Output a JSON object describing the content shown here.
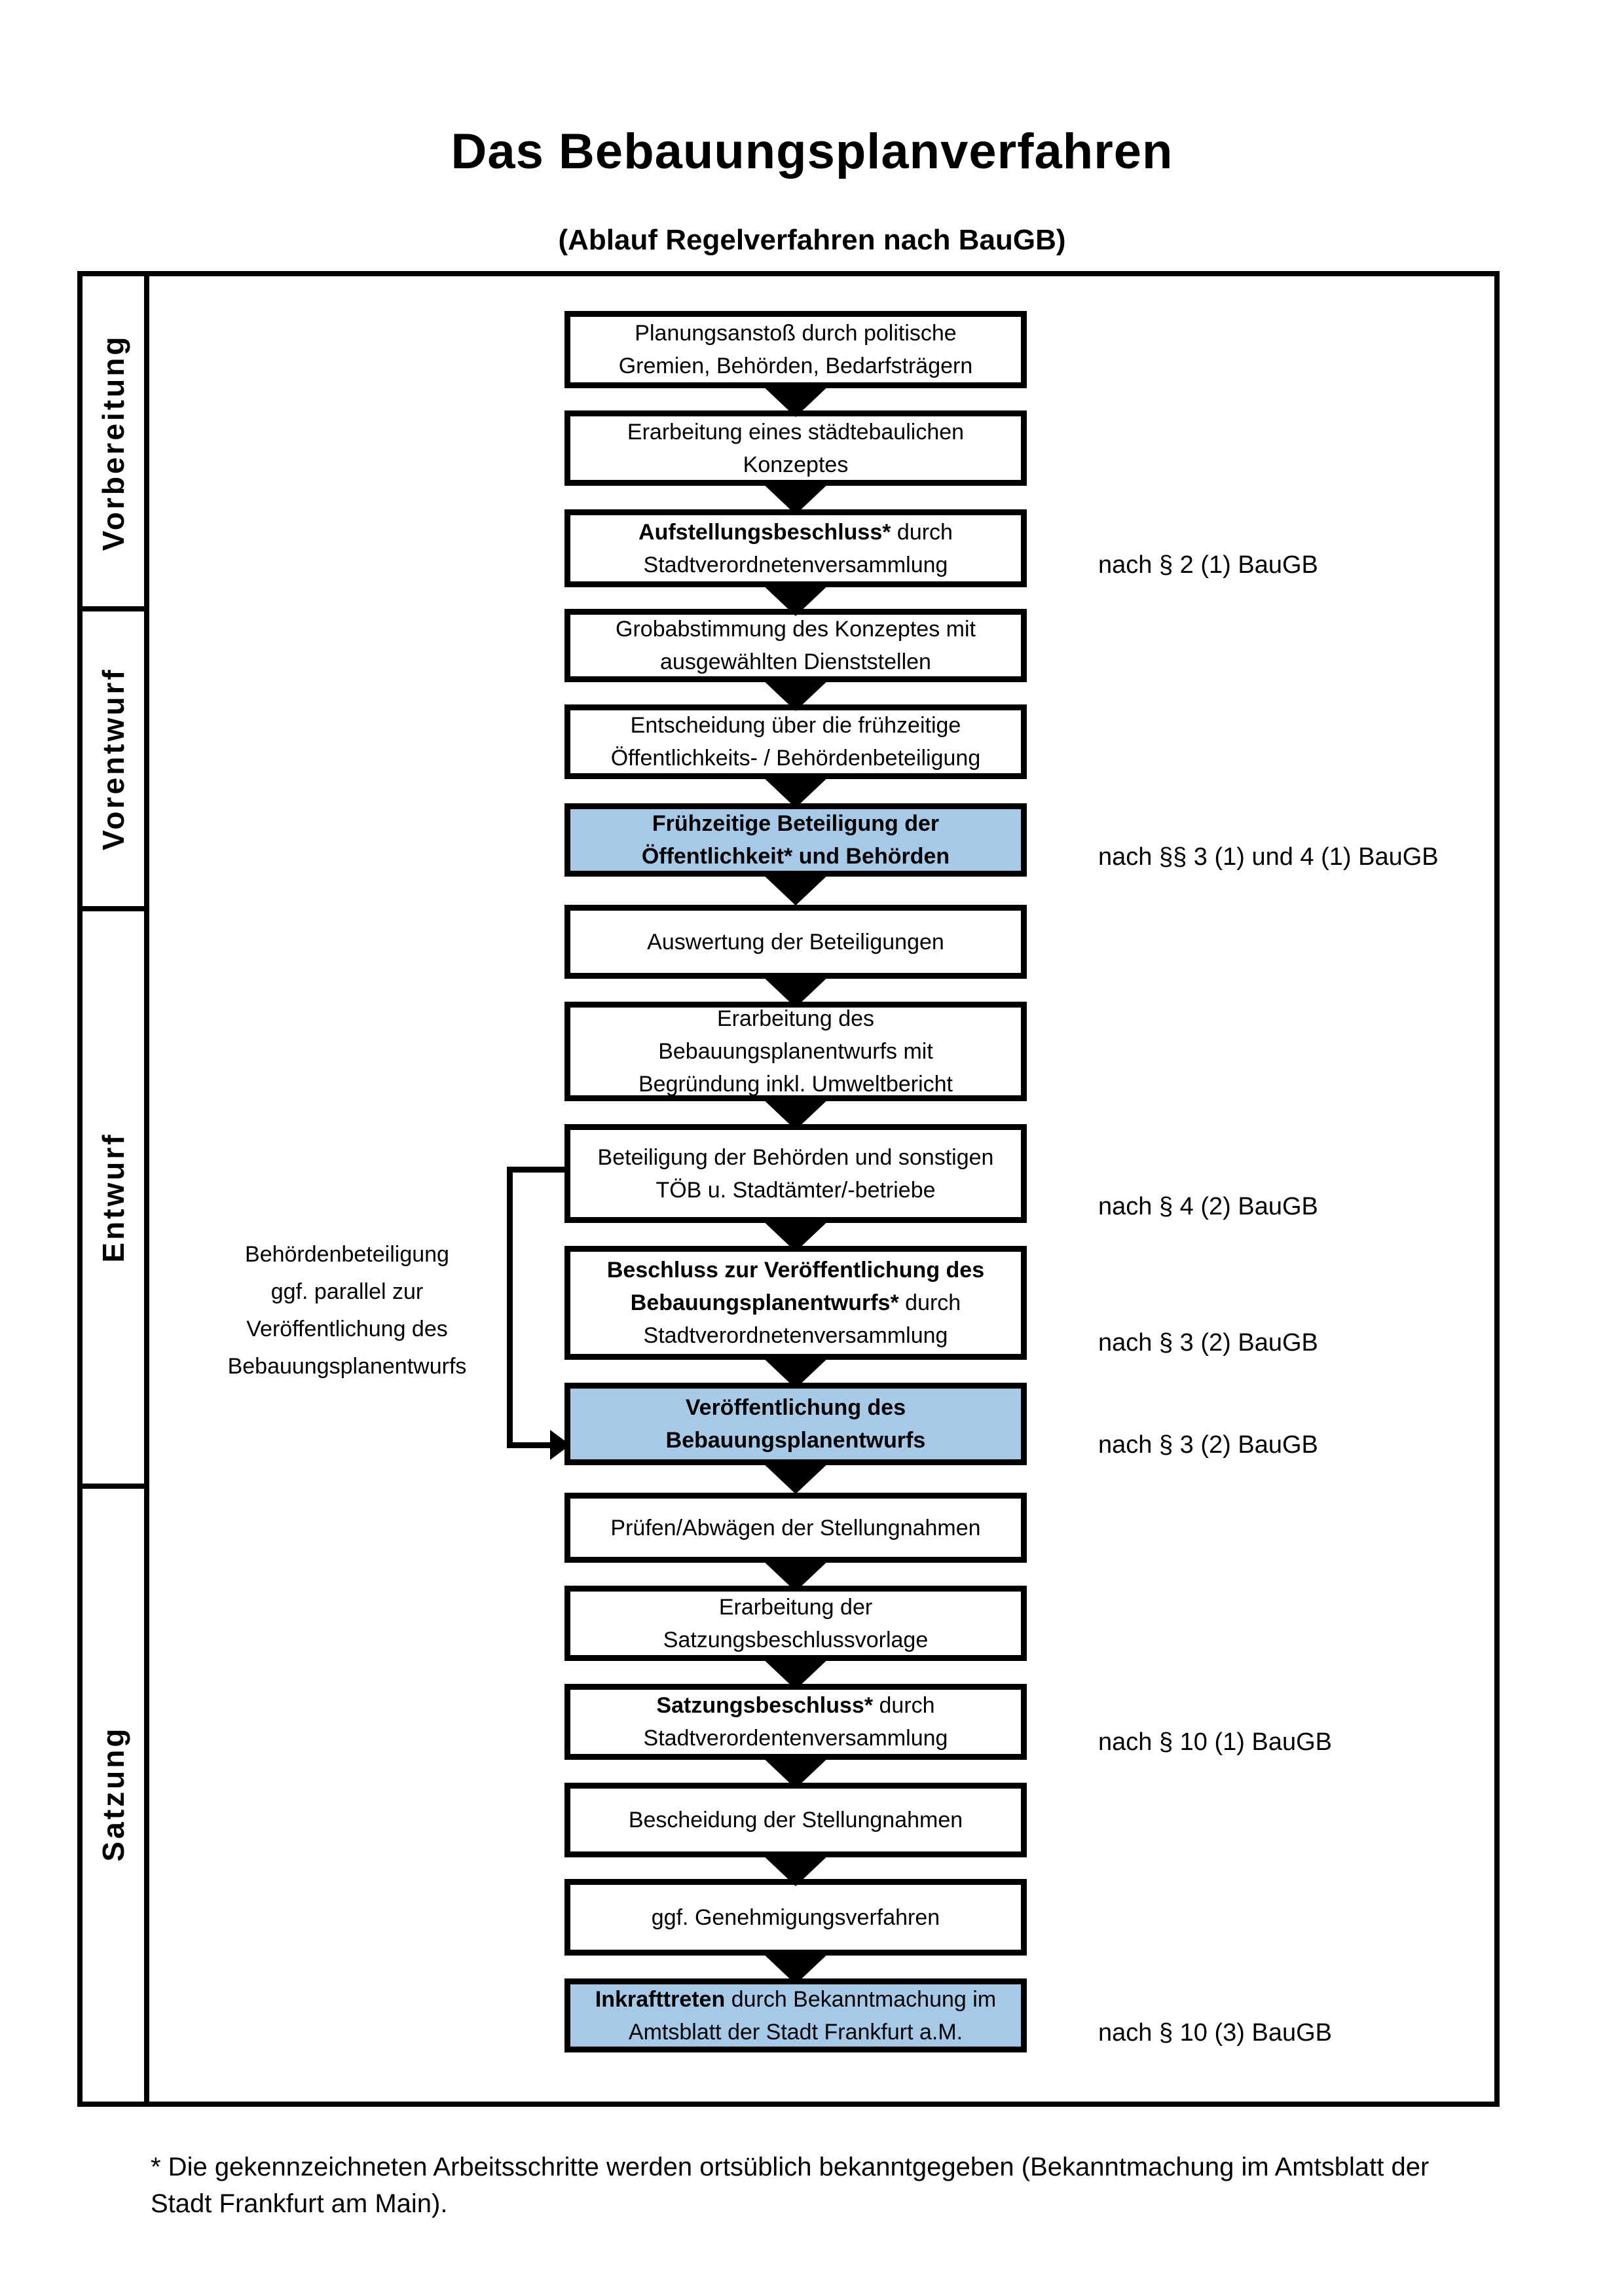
{
  "title": "Das Bebauungsplanverfahren",
  "subtitle": "(Ablauf Regelverfahren nach BauGB)",
  "phases": [
    {
      "label": "Vorbereitung"
    },
    {
      "label": "Vorentwurf"
    },
    {
      "label": "Entwurf"
    },
    {
      "label": "Satzung"
    }
  ],
  "boxes": [
    {
      "bold": "",
      "text": "Planungsanstoß durch politische Gremien, Behörden, Bedarfsträgern",
      "highlighted": false
    },
    {
      "bold": "",
      "text": "Erarbeitung eines städtebaulichen Konzeptes",
      "highlighted": false
    },
    {
      "bold": "Aufstellungsbeschluss*",
      "text": "durch Stadtverordnetenversammlung",
      "highlighted": false
    },
    {
      "bold": "",
      "text": "Grobabstimmung des Konzeptes mit ausgewählten Dienststellen",
      "highlighted": false
    },
    {
      "bold": "",
      "text": "Entscheidung über die frühzeitige Öffentlichkeits- / Behördenbeteiligung",
      "highlighted": false
    },
    {
      "bold": "Frühzeitige Beteiligung der Öffentlichkeit* und Behörden",
      "text": "",
      "highlighted": true
    },
    {
      "bold": "",
      "text": "Auswertung der Beteiligungen",
      "highlighted": false
    },
    {
      "bold": "",
      "text": "Erarbeitung des Bebauungsplanentwurfs mit Begründung inkl. Umweltbericht",
      "highlighted": false
    },
    {
      "bold": "",
      "text": "Beteiligung der Behörden und sonstigen TÖB u. Stadtämter/-betriebe",
      "highlighted": false
    },
    {
      "bold": "Beschluss zur Veröffentlichung des Bebauungsplanentwurfs*",
      "text": "durch Stadtverordnetenversammlung",
      "highlighted": false
    },
    {
      "bold": "Veröffentlichung des Bebauungsplanentwurfs",
      "text": "",
      "highlighted": true
    },
    {
      "bold": "",
      "text": "Prüfen/Abwägen der Stellungnahmen",
      "highlighted": false
    },
    {
      "bold": "",
      "text": "Erarbeitung der Satzungsbeschlussvorlage",
      "highlighted": false
    },
    {
      "bold": "Satzungsbeschluss*",
      "text": "durch Stadtverordentenversammlung",
      "highlighted": false
    },
    {
      "bold": "",
      "text": "Bescheidung der Stellungnahmen",
      "highlighted": false
    },
    {
      "bold": "",
      "text": "ggf. Genehmigungsverfahren",
      "highlighted": false
    },
    {
      "bold": "Inkrafttreten",
      "text": "durch Bekanntmachung im Amtsblatt der Stadt Frankfurt a.M.",
      "highlighted": true
    }
  ],
  "refs": [
    {
      "text": "nach § 2 (1) BauGB"
    },
    {
      "text": "nach §§ 3 (1) und 4 (1) BauGB"
    },
    {
      "text": "nach § 4 (2) BauGB"
    },
    {
      "text": "nach § 3 (2) BauGB"
    },
    {
      "text": "nach § 3 (2) BauGB"
    },
    {
      "text": "nach § 10 (1) BauGB"
    },
    {
      "text": "nach § 10 (3) BauGB"
    }
  ],
  "side_note": {
    "lines": [
      "Behördenbeteiligung",
      "ggf. parallel zur",
      "Veröffentlichung des",
      "Bebauungsplanentwurfs"
    ]
  },
  "footnote": {
    "text": "* Die gekennzeichneten Arbeitsschritte werden ortsüblich bekanntgegeben (Bekanntmachung im Amtsblatt der Stadt Frankfurt am Main)."
  },
  "colors": {
    "highlight_box": "#A6C9E8",
    "box_border": "#000000",
    "phase_backgrounds": [
      "#F1F1F1",
      "#E3E3E3",
      "#D7D7D7",
      "#BFBFBF"
    ]
  }
}
